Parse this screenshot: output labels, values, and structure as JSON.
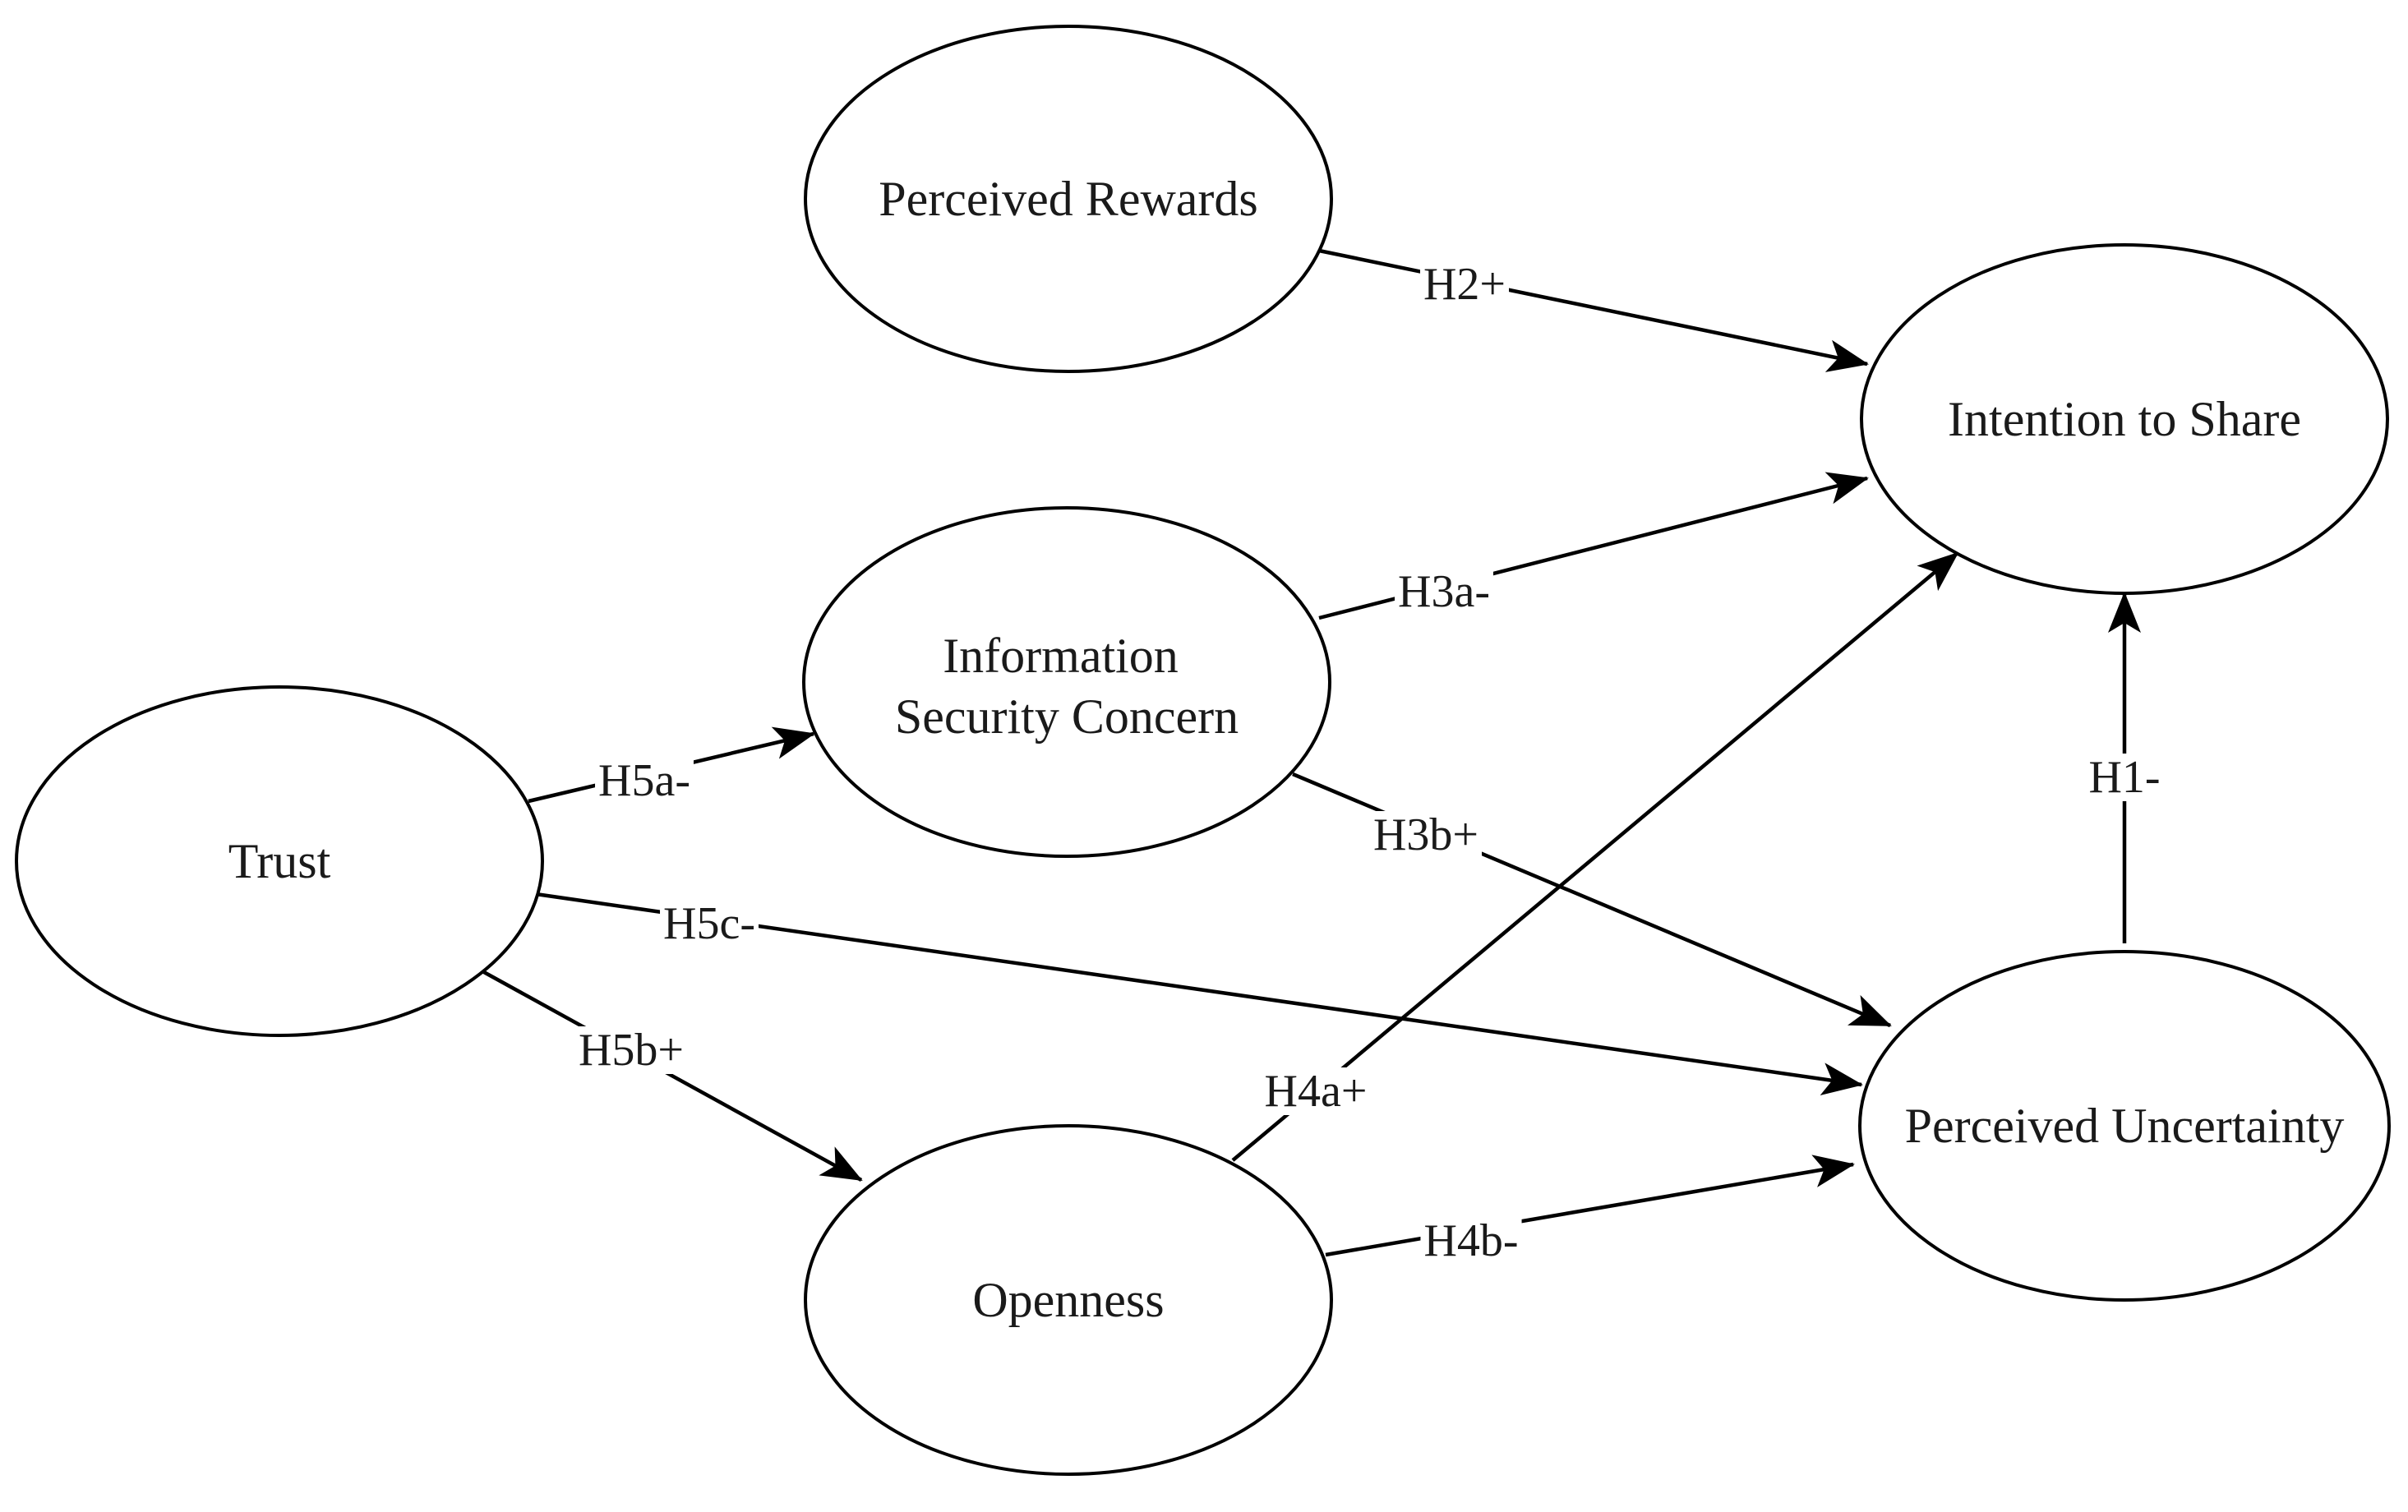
{
  "nodes": {
    "perceived_rewards": {
      "lines": [
        "Perceived Rewards"
      ]
    },
    "intention_to_share": {
      "lines": [
        "Intention to Share"
      ]
    },
    "information_security_concern": {
      "lines": [
        "Information",
        "Security Concern"
      ]
    },
    "trust": {
      "lines": [
        "Trust"
      ]
    },
    "perceived_uncertainty": {
      "lines": [
        "Perceived Uncertainty"
      ]
    },
    "openness": {
      "lines": [
        "Openness"
      ]
    }
  },
  "edges": {
    "h2": {
      "from": "Perceived Rewards",
      "to": "Intention to Share",
      "label": "H2+"
    },
    "h3a": {
      "from": "Information Security Concern",
      "to": "Intention to Share",
      "label": "H3a-"
    },
    "h3b": {
      "from": "Information Security Concern",
      "to": "Perceived Uncertainty",
      "label": "H3b+"
    },
    "h4a": {
      "from": "Openness",
      "to": "Intention to Share",
      "label": "H4a+"
    },
    "h4b": {
      "from": "Openness",
      "to": "Perceived Uncertainty",
      "label": "H4b-"
    },
    "h5a": {
      "from": "Trust",
      "to": "Information Security Concern",
      "label": "H5a-"
    },
    "h5b": {
      "from": "Trust",
      "to": "Openness",
      "label": "H5b+"
    },
    "h5c": {
      "from": "Trust",
      "to": "Perceived Uncertainty",
      "label": "H5c-"
    },
    "h1": {
      "from": "Perceived Uncertainty",
      "to": "Intention to Share",
      "label": "H1-"
    }
  }
}
